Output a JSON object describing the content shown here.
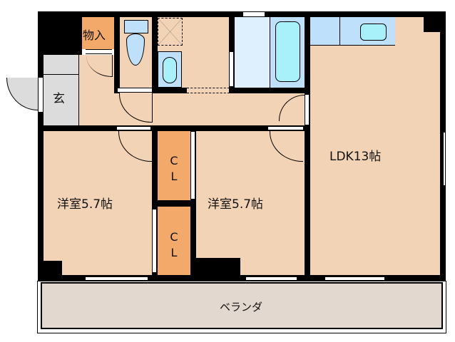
{
  "floor_plan": {
    "rooms": {
      "storage": {
        "label": "物入"
      },
      "entrance": {
        "label": "玄"
      },
      "western_room_1": {
        "label": "洋室5.7帖"
      },
      "western_room_2": {
        "label": "洋室5.7帖"
      },
      "closet_1": {
        "label_c": "C",
        "label_l": "L"
      },
      "closet_2": {
        "label_c": "C",
        "label_l": "L"
      },
      "ldk": {
        "label": "LDK13帖"
      },
      "veranda": {
        "label": "ベランダ"
      }
    },
    "colors": {
      "wall": "#000000",
      "floor": "#f2d3b6",
      "entrance": "#dcdcdc",
      "storage": "#f2a96a",
      "wet_area": "#bfe0fb",
      "fixture": "#a8f1fb",
      "veranda": "#e3d8cf"
    }
  }
}
